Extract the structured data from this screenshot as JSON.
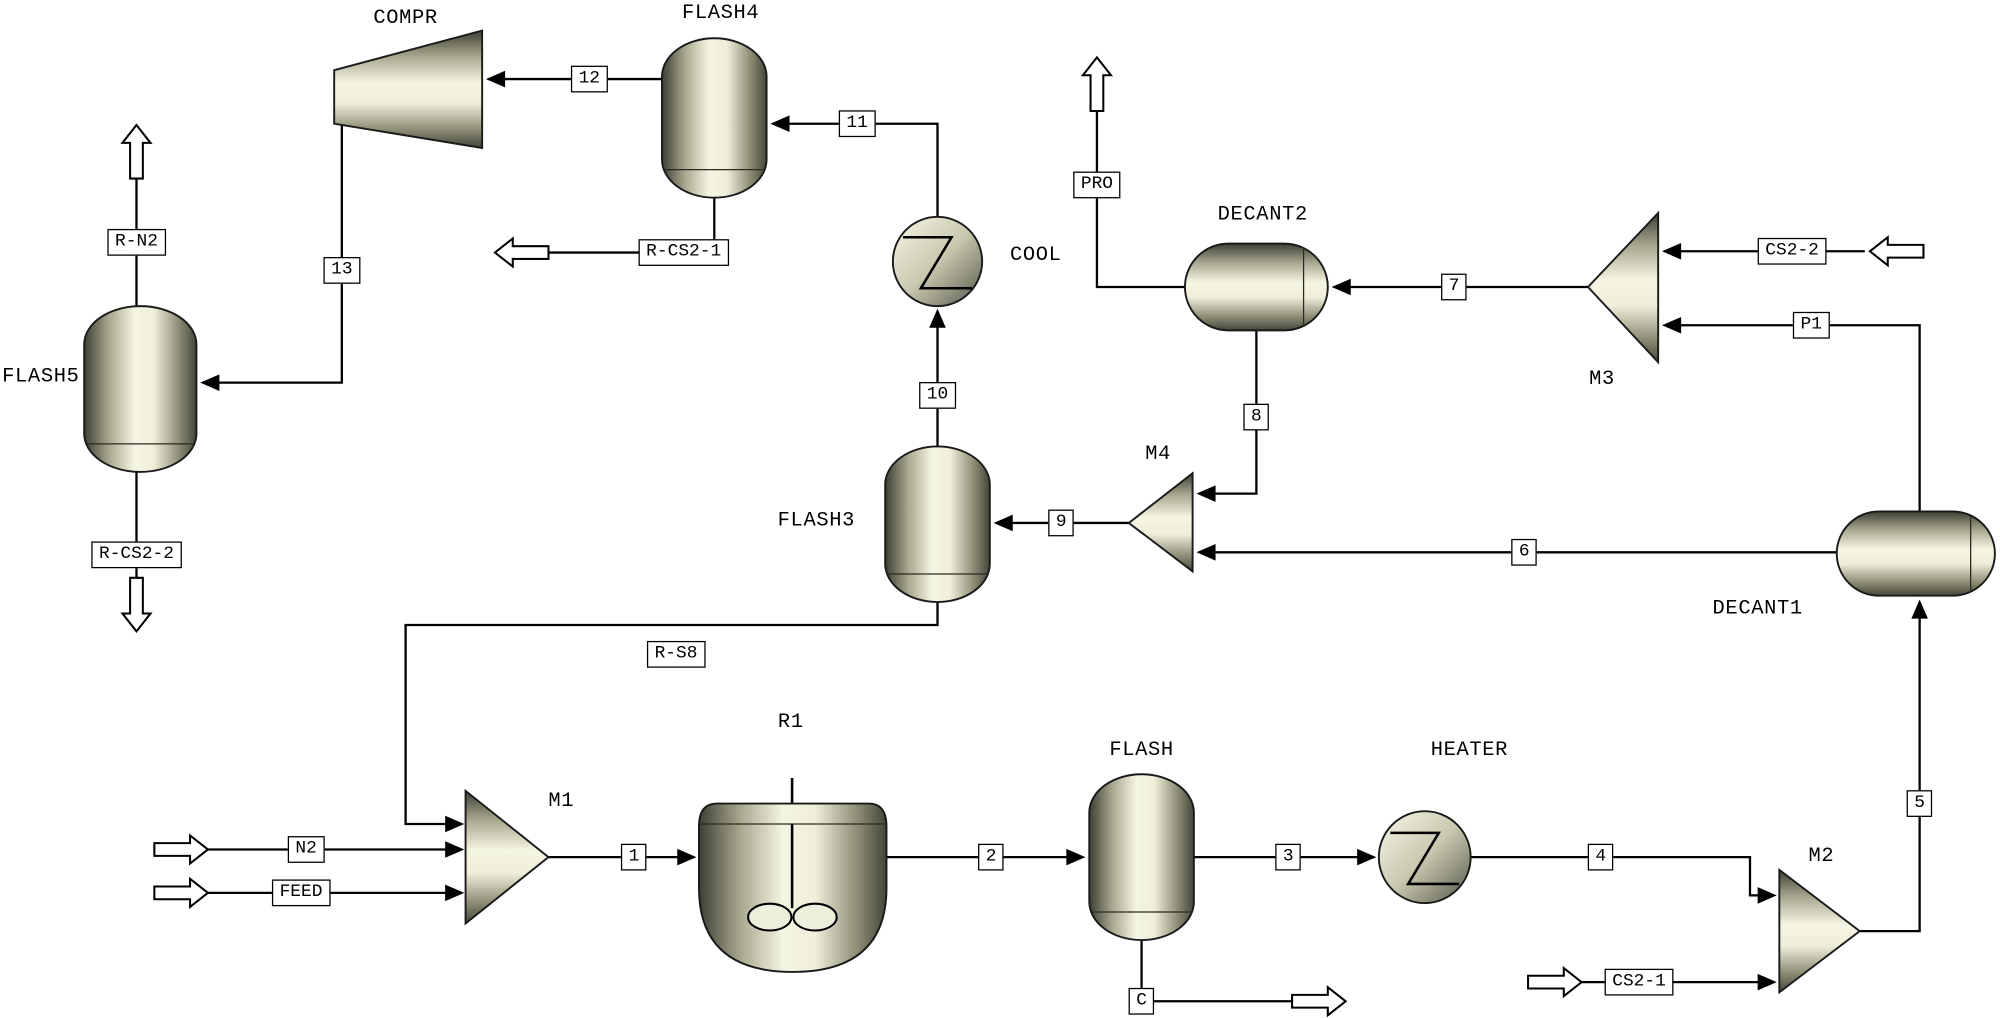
{
  "diagram": {
    "app": "process-flowsheet",
    "colors": {
      "background": "#ffffff",
      "line": "#000000",
      "vessel_dark": "#45453a",
      "vessel_light": "#f5f5e3"
    },
    "units": {
      "compr": "COMPR",
      "flash4": "FLASH4",
      "flash5": "FLASH5",
      "cool": "COOL",
      "decant2": "DECANT2",
      "m3": "M3",
      "m4": "M4",
      "flash3": "FLASH3",
      "decant1": "DECANT1",
      "r1": "R1",
      "flash": "FLASH",
      "heater": "HEATER",
      "m1": "M1",
      "m2": "M2"
    },
    "streams": {
      "s1": "1",
      "s2": "2",
      "s3": "3",
      "s4": "4",
      "s5": "5",
      "s6": "6",
      "s7": "7",
      "s8": "8",
      "s9": "9",
      "s10": "10",
      "s11": "11",
      "s12": "12",
      "s13": "13",
      "r_n2": "R-N2",
      "r_cs2_1": "R-CS2-1",
      "r_cs2_2": "R-CS2-2",
      "r_s8": "R-S8",
      "pro": "PRO",
      "p1": "P1",
      "cs2_1": "CS2-1",
      "cs2_2": "CS2-2",
      "n2": "N2",
      "feed": "FEED",
      "c": "C"
    }
  }
}
